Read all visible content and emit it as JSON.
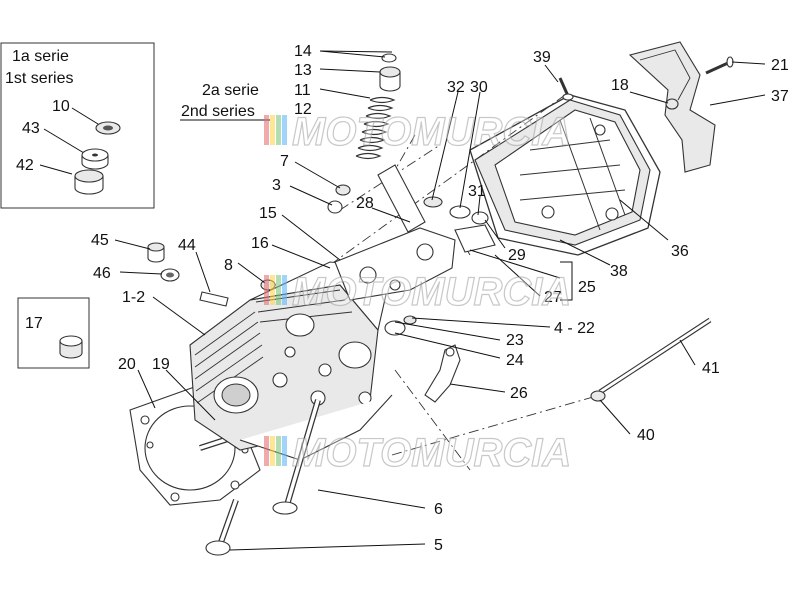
{
  "inset_first_series": {
    "line1": "1a serie",
    "line2": "1st series",
    "labels": [
      "10",
      "43",
      "42"
    ]
  },
  "second_series": {
    "line1": "2a serie",
    "line2": "2nd series"
  },
  "inset_17": {
    "label": "17"
  },
  "watermark": "MOTOMURCIA",
  "callouts": {
    "c14": "14",
    "c13": "13",
    "c11": "11",
    "c12": "12",
    "c7": "7",
    "c3": "3",
    "c15": "15",
    "c16": "16",
    "c28": "28",
    "c32": "32",
    "c30": "30",
    "c31": "31",
    "c29": "29",
    "c39": "39",
    "c18": "18",
    "c21": "21",
    "c37": "37",
    "c36": "36",
    "c38": "38",
    "c25": "25",
    "c27": "27",
    "c45": "45",
    "c44": "44",
    "c46": "46",
    "c8": "8",
    "c1_2": "1-2",
    "c4_22": "4 - 22",
    "c23": "23",
    "c24": "24",
    "c26": "26",
    "c20": "20",
    "c19": "19",
    "c41": "41",
    "c40": "40",
    "c6": "6",
    "c5": "5"
  }
}
